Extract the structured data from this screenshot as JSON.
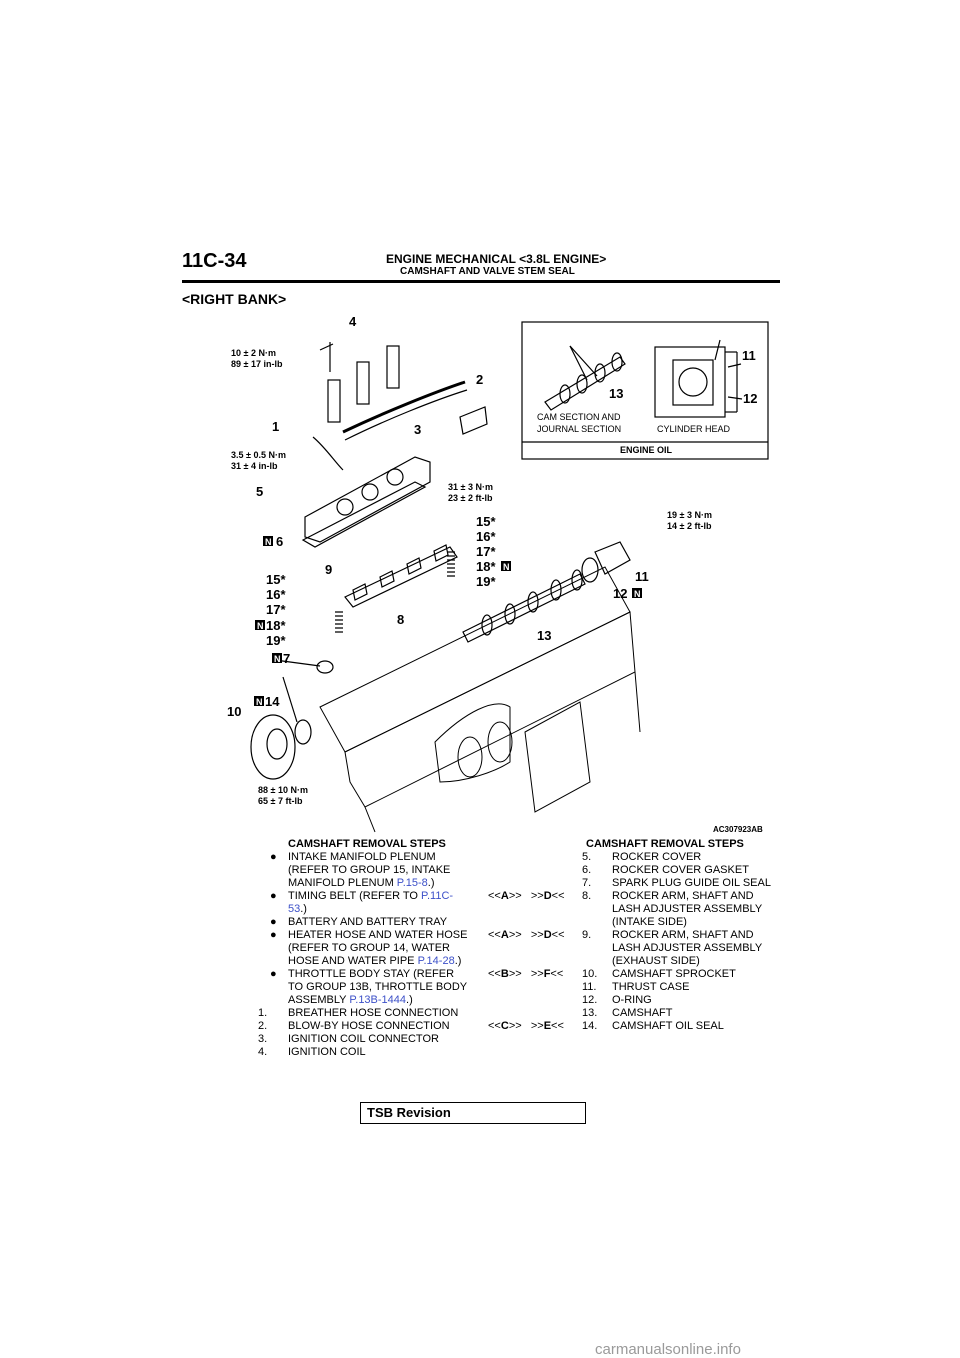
{
  "header": {
    "page_number": "11C-34",
    "title": "ENGINE MECHANICAL <3.8L ENGINE>",
    "subtitle": "CAMSHAFT AND VALVE STEM SEAL"
  },
  "section_title": "<RIGHT BANK>",
  "diagram": {
    "image_code": "AC307923AB",
    "inset_caption": "ENGINE OIL",
    "inset_left_label_1": "CAM SECTION AND",
    "inset_left_label_2": "JOURNAL SECTION",
    "inset_right_label": "CYLINDER HEAD",
    "inset_callouts": [
      "13",
      "11",
      "12"
    ],
    "n_mark": "N",
    "torques": {
      "t1a": "10 ± 2 N·m",
      "t1b": "89 ± 17 in-lb",
      "t2a": "3.5 ± 0.5 N·m",
      "t2b": "31 ± 4 in-lb",
      "t3a": "31 ± 3 N·m",
      "t3b": "23 ± 2 ft-lb",
      "t4a": "19 ± 3 N·m",
      "t4b": "14 ± 2 ft-lb",
      "t5a": "88 ± 10 N·m",
      "t5b": "65 ± 7 ft-lb"
    },
    "callouts": {
      "c4": "4",
      "c2": "2",
      "c1": "1",
      "c3": "3",
      "c5": "5",
      "c6": "6",
      "c15a": "15*",
      "c16a": "16*",
      "c17a": "17*",
      "c18a": "18*",
      "c19a": "19*",
      "c9": "9",
      "c8": "8",
      "c15b": "15*",
      "c16b": "16*",
      "c17b": "17*",
      "c18b": "18*",
      "c19b": "19*",
      "c11": "11",
      "c12": "12",
      "c13": "13",
      "c7": "7",
      "c14": "14",
      "c10": "10"
    }
  },
  "left_steps": {
    "heading": "CAMSHAFT REMOVAL STEPS",
    "b1": "INTAKE MANIFOLD PLENUM (REFER TO GROUP 15, INTAKE MANIFOLD PLENUM ",
    "b1_link": "P.15-8",
    "b2": "TIMING BELT (REFER TO ",
    "b2_link": "P.11C-53",
    "b3": "BATTERY AND BATTERY TRAY",
    "b4": "HEATER HOSE AND WATER HOSE (REFER TO GROUP 14, WATER HOSE AND WATER PIPE ",
    "b4_link": "P.14-28",
    "b5": "THROTTLE BODY STAY (REFER TO GROUP 13B, THROTTLE BODY ASSEMBLY ",
    "b5_link": "P.13B-1444",
    "close": ".)",
    "n1": "1.",
    "s1": "BREATHER HOSE CONNECTION",
    "n2": "2.",
    "s2": "BLOW-BY HOSE CONNECTION",
    "n3": "3.",
    "s3": "IGNITION COIL CONNECTOR",
    "n4": "4.",
    "s4": "IGNITION COIL"
  },
  "right_steps": {
    "heading": "CAMSHAFT REMOVAL STEPS",
    "n5": "5.",
    "s5": "ROCKER COVER",
    "n6": "6.",
    "s6": "ROCKER COVER GASKET",
    "n7": "7.",
    "s7": "SPARK PLUG GUIDE OIL SEAL",
    "n8": "8.",
    "s8": "ROCKER ARM, SHAFT AND LASH ADJUSTER ASSEMBLY (INTAKE SIDE)",
    "n9": "9.",
    "s9": "ROCKER ARM, SHAFT AND LASH ADJUSTER ASSEMBLY (EXHAUST SIDE)",
    "n10": "10.",
    "s10": "CAMSHAFT SPROCKET",
    "n11": "11.",
    "s11": "THRUST CASE",
    "n12": "12.",
    "s12": "O-RING",
    "n13": "13.",
    "s13": "CAMSHAFT",
    "n14": "14.",
    "s14": "CAMSHAFT OIL SEAL",
    "op_a": "A",
    "op_b": "B",
    "op_c": "C",
    "op_d": "D",
    "op_e": "E",
    "op_f": "F"
  },
  "footer": {
    "tsb": "TSB Revision",
    "watermark": "carmanualsonline.info"
  }
}
